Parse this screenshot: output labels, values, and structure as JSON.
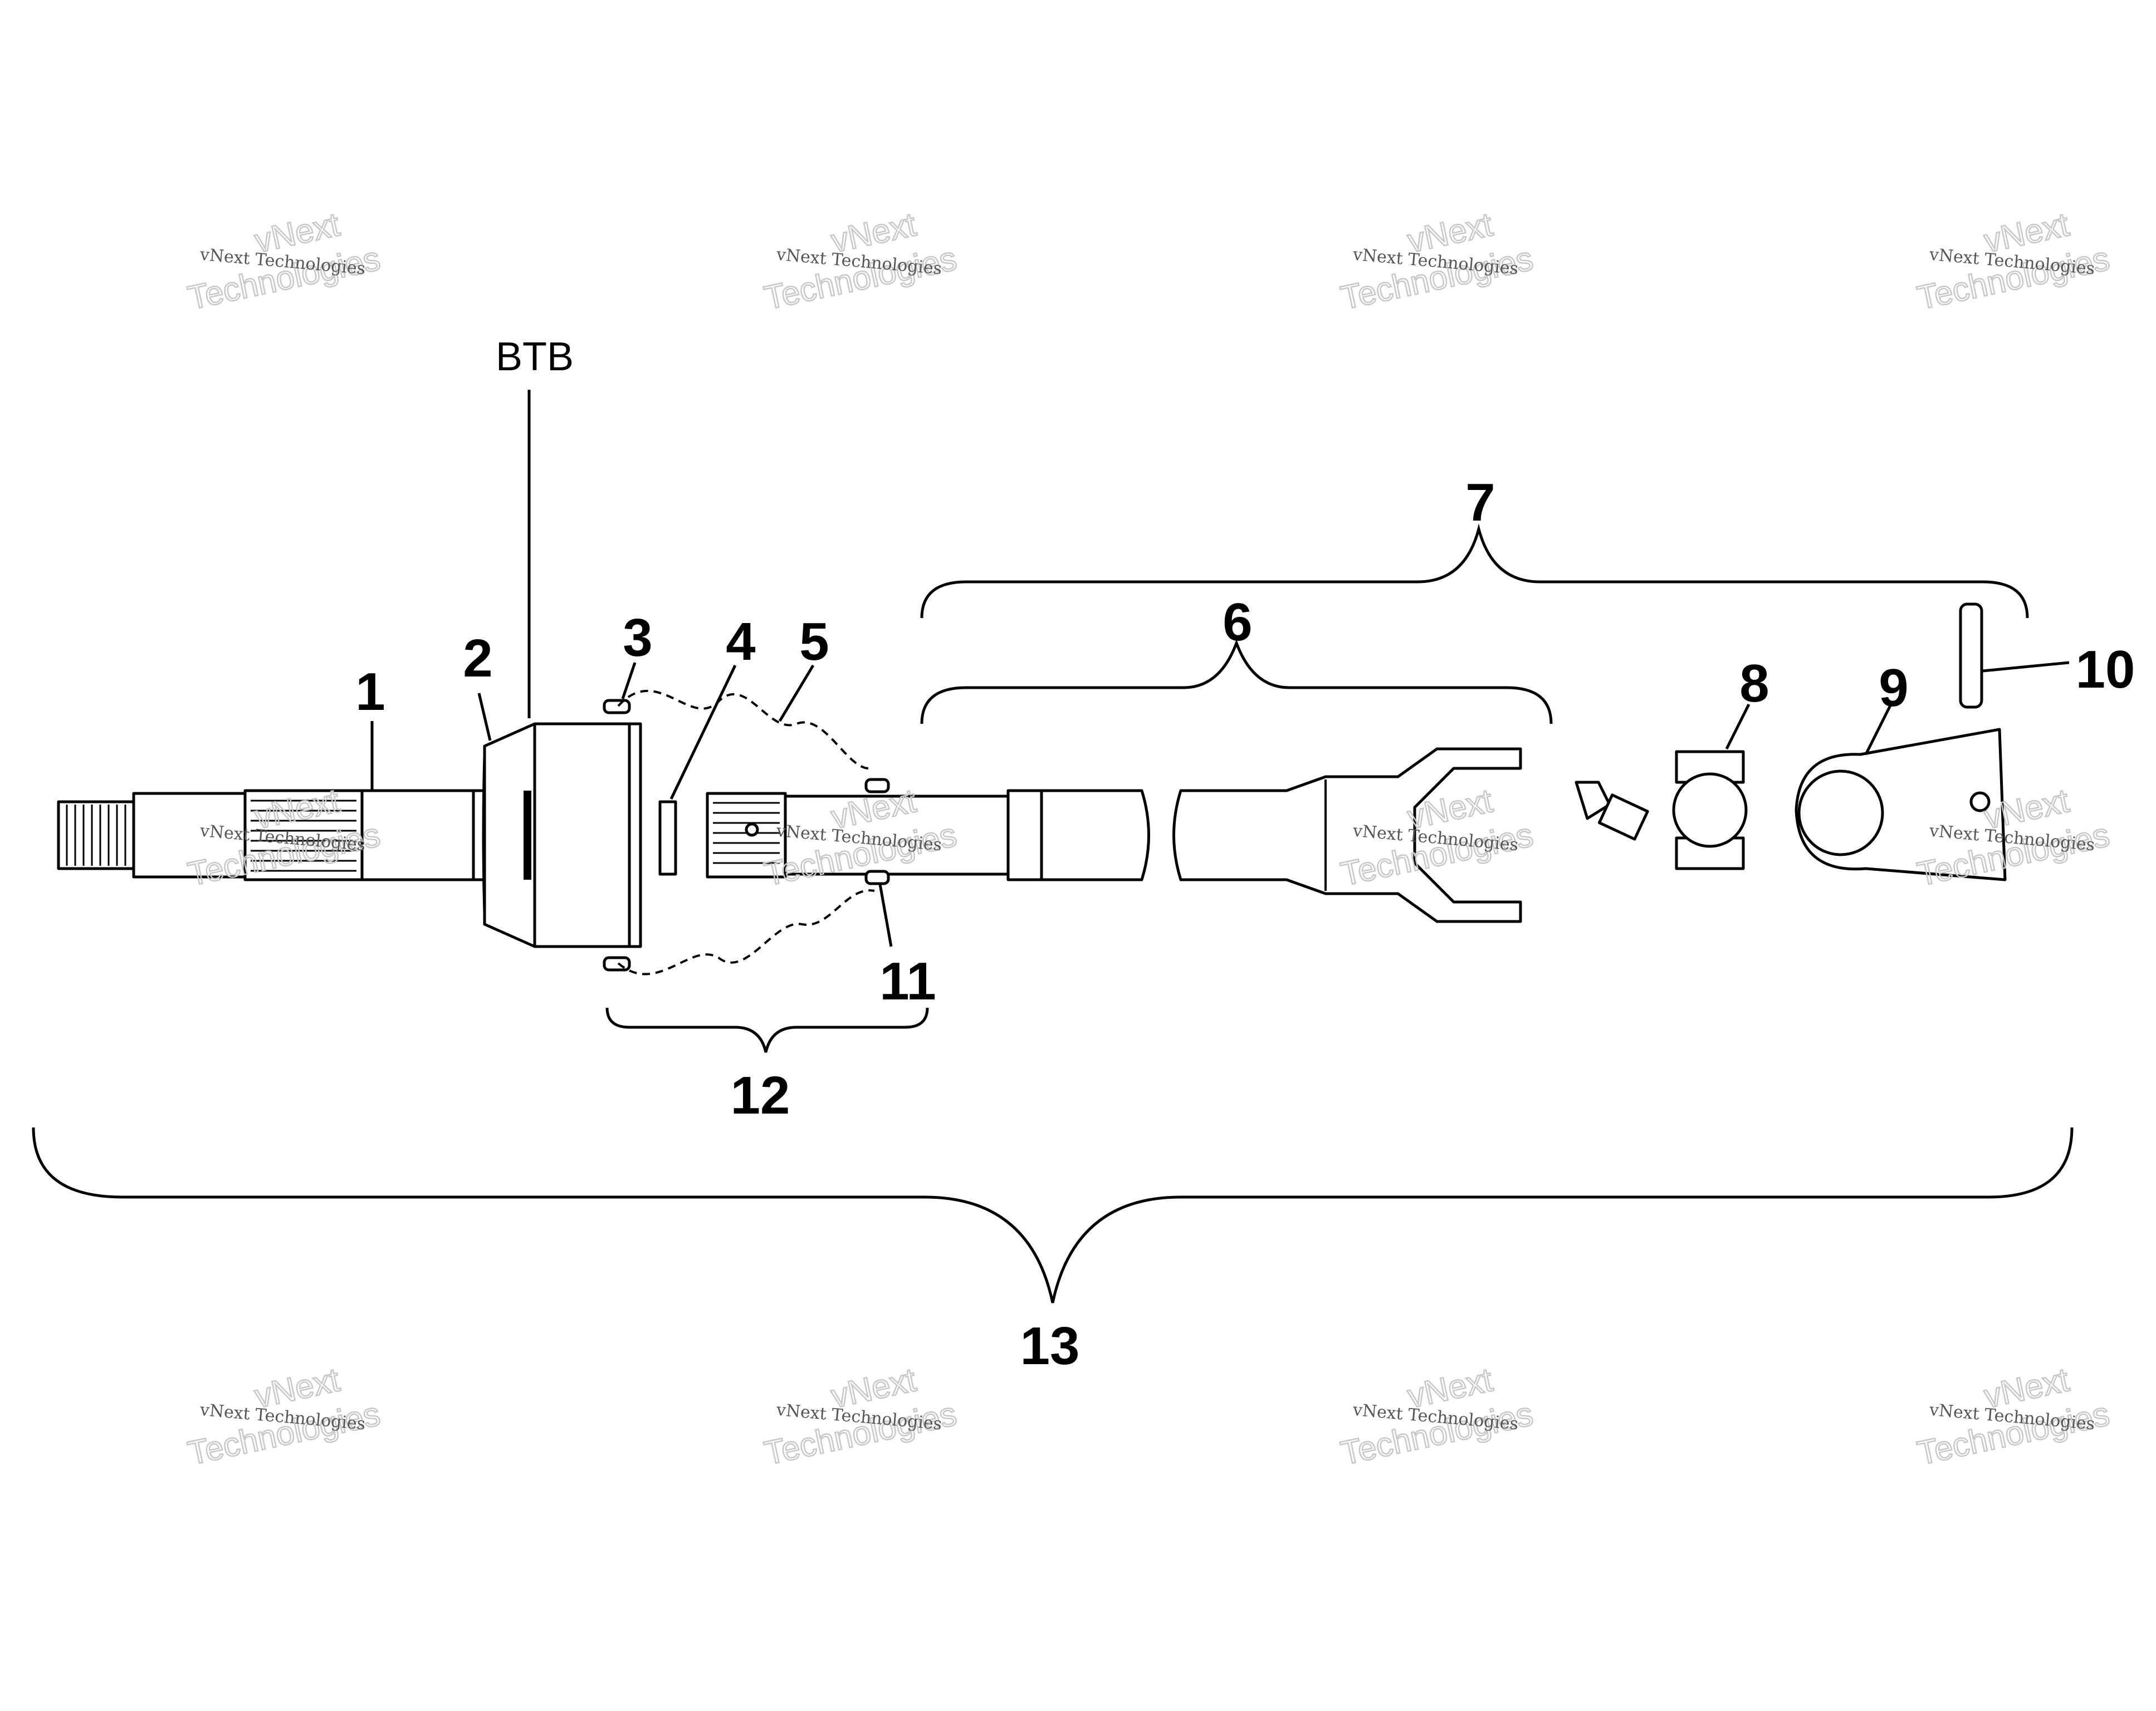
{
  "diagram": {
    "reference_label": "BTB",
    "callouts": [
      "1",
      "2",
      "3",
      "4",
      "5",
      "6",
      "7",
      "8",
      "9",
      "10",
      "11",
      "12",
      "13"
    ]
  },
  "watermark": {
    "line1": "vNext",
    "line2": "Technologies",
    "line3": "vNext Technologies",
    "color": "#c8c8c8"
  }
}
